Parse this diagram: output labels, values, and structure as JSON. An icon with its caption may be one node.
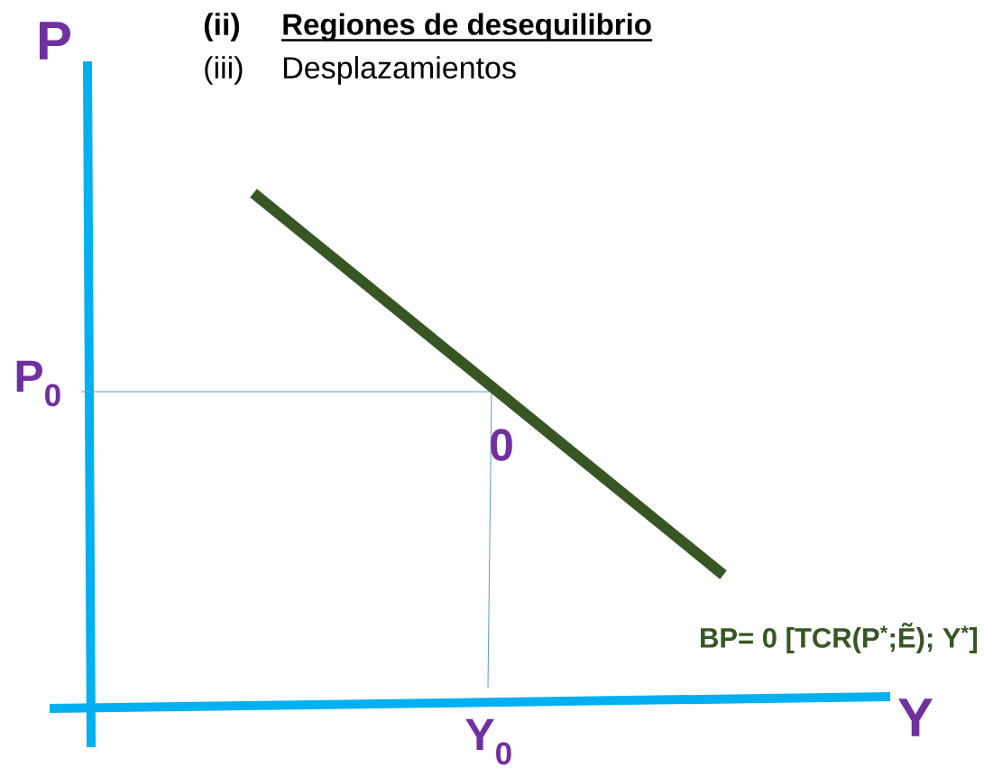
{
  "diagram": {
    "labels": [
      "(ii)",
      "Regiones de desequilibrio",
      "(iii)",
      "Desplazamientos",
      "P",
      "P$_{0}$",
      "0",
      "BP= 0 [TCR(P$^{*}$;Ẽ); Y$^{*}$]",
      "Y$_{0}$",
      "Y"
    ]
  }
}
